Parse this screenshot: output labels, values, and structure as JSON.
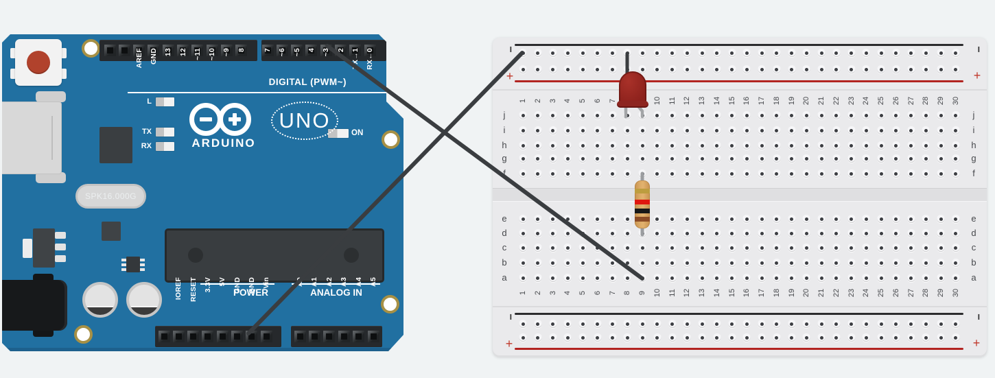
{
  "canvas": {
    "background": "#f0f3f4"
  },
  "arduino": {
    "board_color": "#2170a1",
    "logo_text": "ARDUINO",
    "model_text": "UNO",
    "crystal_label": "SPK16.000G",
    "digital_group_label": "DIGITAL (PWM~)",
    "power_group_label": "POWER",
    "analog_group_label": "ANALOG IN",
    "on_label": "ON",
    "led_labels": [
      "L",
      "TX",
      "RX"
    ],
    "pins": {
      "digital_left": [
        "AREF",
        "GND",
        "13",
        "12",
        "~11",
        "~10",
        "~9",
        "8"
      ],
      "digital_right": [
        "7",
        "~6",
        "~5",
        "4",
        "~3",
        "2",
        "TX→1",
        "RX←0"
      ],
      "power": [
        "IOREF",
        "RESET",
        "3.3V",
        "5V",
        "GND",
        "GND",
        "Vin"
      ],
      "analog": [
        "A0",
        "A1",
        "A2",
        "A3",
        "A4",
        "A5"
      ]
    }
  },
  "breadboard": {
    "column_numbers": [
      "1",
      "2",
      "3",
      "4",
      "5",
      "6",
      "7",
      "8",
      "9",
      "10",
      "11",
      "12",
      "13",
      "14",
      "15",
      "16",
      "17",
      "18",
      "19",
      "20",
      "21",
      "22",
      "23",
      "24",
      "25",
      "26",
      "27",
      "28",
      "29",
      "30"
    ],
    "row_letters_top": [
      "j",
      "i",
      "h",
      "g",
      "f"
    ],
    "row_letters_bottom": [
      "e",
      "d",
      "c",
      "b",
      "a"
    ],
    "rail_minus": "−",
    "rail_plus": "+",
    "rail_line_black": "#2c2c2e",
    "rail_line_red": "#b22421"
  },
  "components": {
    "led": {
      "type": "LED",
      "color_hex": "#8c211c",
      "state": "unlit",
      "cathode_location": "top negative rail, hole 8",
      "anode_location": "j9"
    },
    "resistor": {
      "type": "resistor",
      "body_hex": "#dcab67",
      "bands_top_to_bottom": [
        "gold",
        "red",
        "black",
        "brown"
      ],
      "location": "f9 to d9"
    }
  },
  "wires": [
    {
      "id": "signal-wire",
      "color": "#3a3d40",
      "from": "Arduino digital pin ~3",
      "to": "breadboard a9"
    },
    {
      "id": "ground-wire",
      "color": "#3a3d40",
      "from": "Arduino GND (power header)",
      "to": "breadboard top negative rail, hole 1"
    }
  ]
}
